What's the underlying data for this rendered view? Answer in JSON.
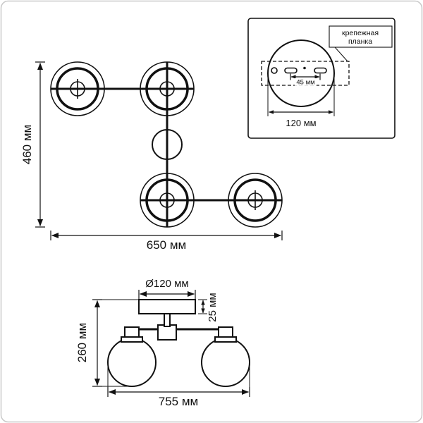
{
  "colors": {
    "line": "#111111",
    "background": "#ffffff",
    "frame_border": "#c9c9c9"
  },
  "top_view": {
    "height_dim": "460 мм",
    "width_dim": "650 мм"
  },
  "mount_inset": {
    "callout_line1": "крепежная",
    "callout_line2": "планка",
    "hole_spacing_dim": "45 мм",
    "plate_width_dim": "120 мм"
  },
  "side_view": {
    "canopy_diameter_dim": "Ø120 мм",
    "canopy_height_dim": "25 мм",
    "height_dim": "260 мм",
    "width_dim": "755 мм"
  }
}
